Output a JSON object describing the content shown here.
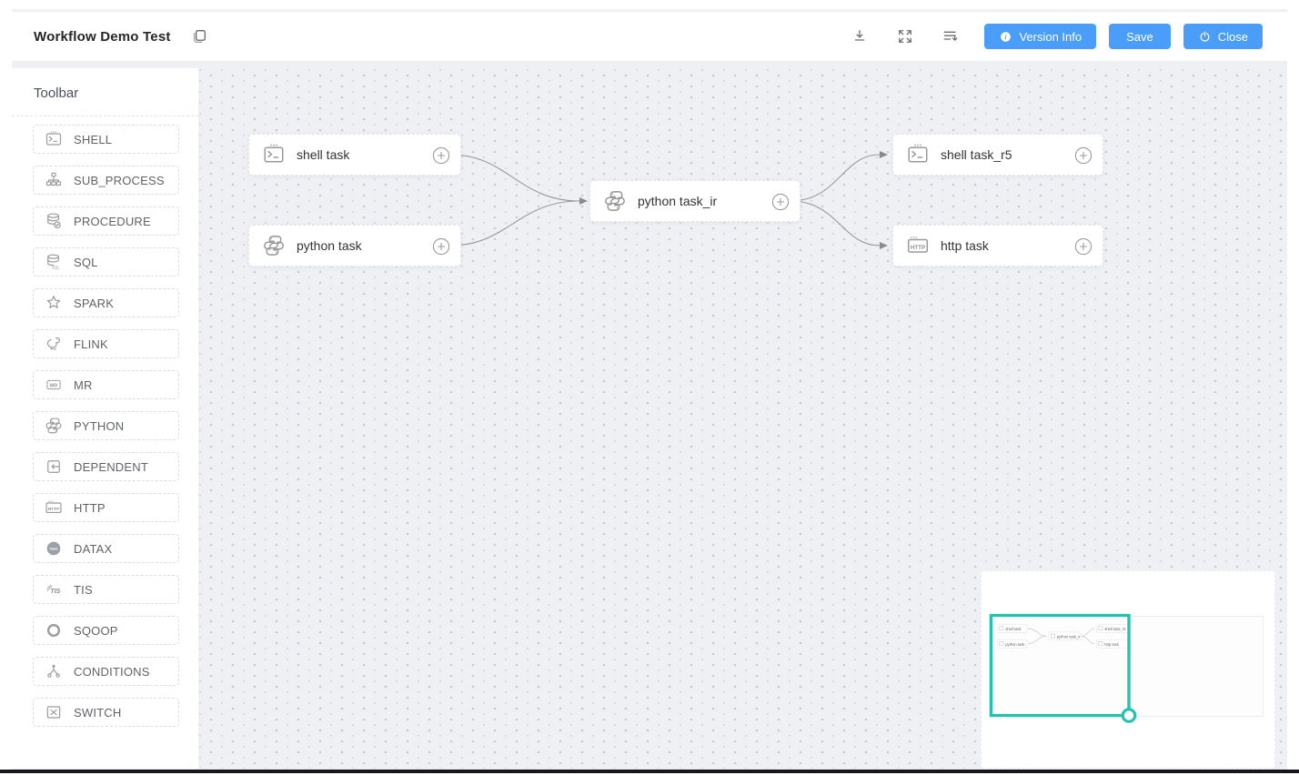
{
  "header": {
    "title": "Workflow Demo Test",
    "buttons": {
      "version_info": "Version Info",
      "save": "Save",
      "close": "Close"
    }
  },
  "toolbar": {
    "heading": "Toolbar",
    "items": [
      {
        "label": "SHELL",
        "icon": "shell-icon"
      },
      {
        "label": "SUB_PROCESS",
        "icon": "sub-process-icon"
      },
      {
        "label": "PROCEDURE",
        "icon": "procedure-icon"
      },
      {
        "label": "SQL",
        "icon": "sql-icon"
      },
      {
        "label": "SPARK",
        "icon": "spark-icon"
      },
      {
        "label": "FLINK",
        "icon": "flink-icon"
      },
      {
        "label": "MR",
        "icon": "mr-icon"
      },
      {
        "label": "PYTHON",
        "icon": "python-icon"
      },
      {
        "label": "DEPENDENT",
        "icon": "dependent-icon"
      },
      {
        "label": "HTTP",
        "icon": "http-icon"
      },
      {
        "label": "DATAX",
        "icon": "datax-icon"
      },
      {
        "label": "TIS",
        "icon": "tis-icon"
      },
      {
        "label": "SQOOP",
        "icon": "sqoop-icon"
      },
      {
        "label": "CONDITIONS",
        "icon": "conditions-icon"
      },
      {
        "label": "SWITCH",
        "icon": "switch-icon"
      }
    ]
  },
  "icon_texts": {
    "sql": "SQL",
    "http": "HTTP",
    "mr": "MR",
    "datax": "DataX",
    "tis": "TIS"
  },
  "canvas": {
    "nodes": [
      {
        "label": "shell task",
        "type": "SHELL"
      },
      {
        "label": "python task",
        "type": "PYTHON"
      },
      {
        "label": "python task_ir",
        "type": "PYTHON"
      },
      {
        "label": "shell task_r5",
        "type": "SHELL"
      },
      {
        "label": "http task",
        "type": "HTTP"
      }
    ],
    "edges": [
      {
        "from": "shell task",
        "to": "python task_ir"
      },
      {
        "from": "python task",
        "to": "python task_ir"
      },
      {
        "from": "python task_ir",
        "to": "shell task_r5"
      },
      {
        "from": "python task_ir",
        "to": "http task"
      }
    ]
  },
  "colors": {
    "primary": "#4A9EF7",
    "canvas_bg": "#eef0f4",
    "minimap_viewport": "#25C1B1",
    "edge": "#9a9a9a"
  }
}
